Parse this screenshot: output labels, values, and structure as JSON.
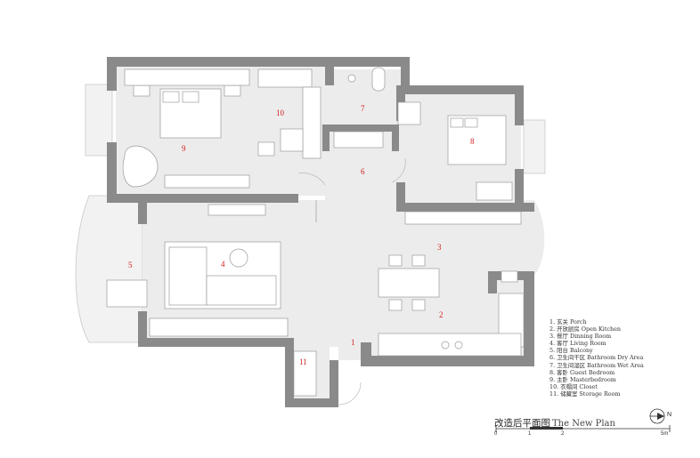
{
  "rooms": [
    {
      "num": "1",
      "label": "玄关 Porch"
    },
    {
      "num": "2",
      "label": "开放厨房 Open Kitchen"
    },
    {
      "num": "3",
      "label": "餐厅 Dinning Room"
    },
    {
      "num": "4",
      "label": "客厅 Living Room"
    },
    {
      "num": "5",
      "label": "阳台 Balcony"
    },
    {
      "num": "6",
      "label": "卫生间干区 Bathroom Dry Area"
    },
    {
      "num": "7",
      "label": "卫生间湿区 Bathroom Wet Area"
    },
    {
      "num": "8",
      "label": "客卧 Guest Bedroom"
    },
    {
      "num": "9",
      "label": "主卧 Masterbedroom"
    },
    {
      "num": "10",
      "label": "衣帽间 Closet"
    },
    {
      "num": "11",
      "label": "储藏室 Storage Room"
    }
  ],
  "title": {
    "zh": "改造后平面图",
    "en": "The New Plan"
  },
  "north": "N",
  "scale": {
    "ticks": [
      "0",
      "1",
      "2",
      "5m"
    ]
  },
  "map_labels": {
    "r1": "1",
    "r2": "2",
    "r3": "3",
    "r4": "4",
    "r5": "5",
    "r6": "6",
    "r7": "7",
    "r8": "8",
    "r9": "9",
    "r10": "10",
    "r11": "11"
  }
}
